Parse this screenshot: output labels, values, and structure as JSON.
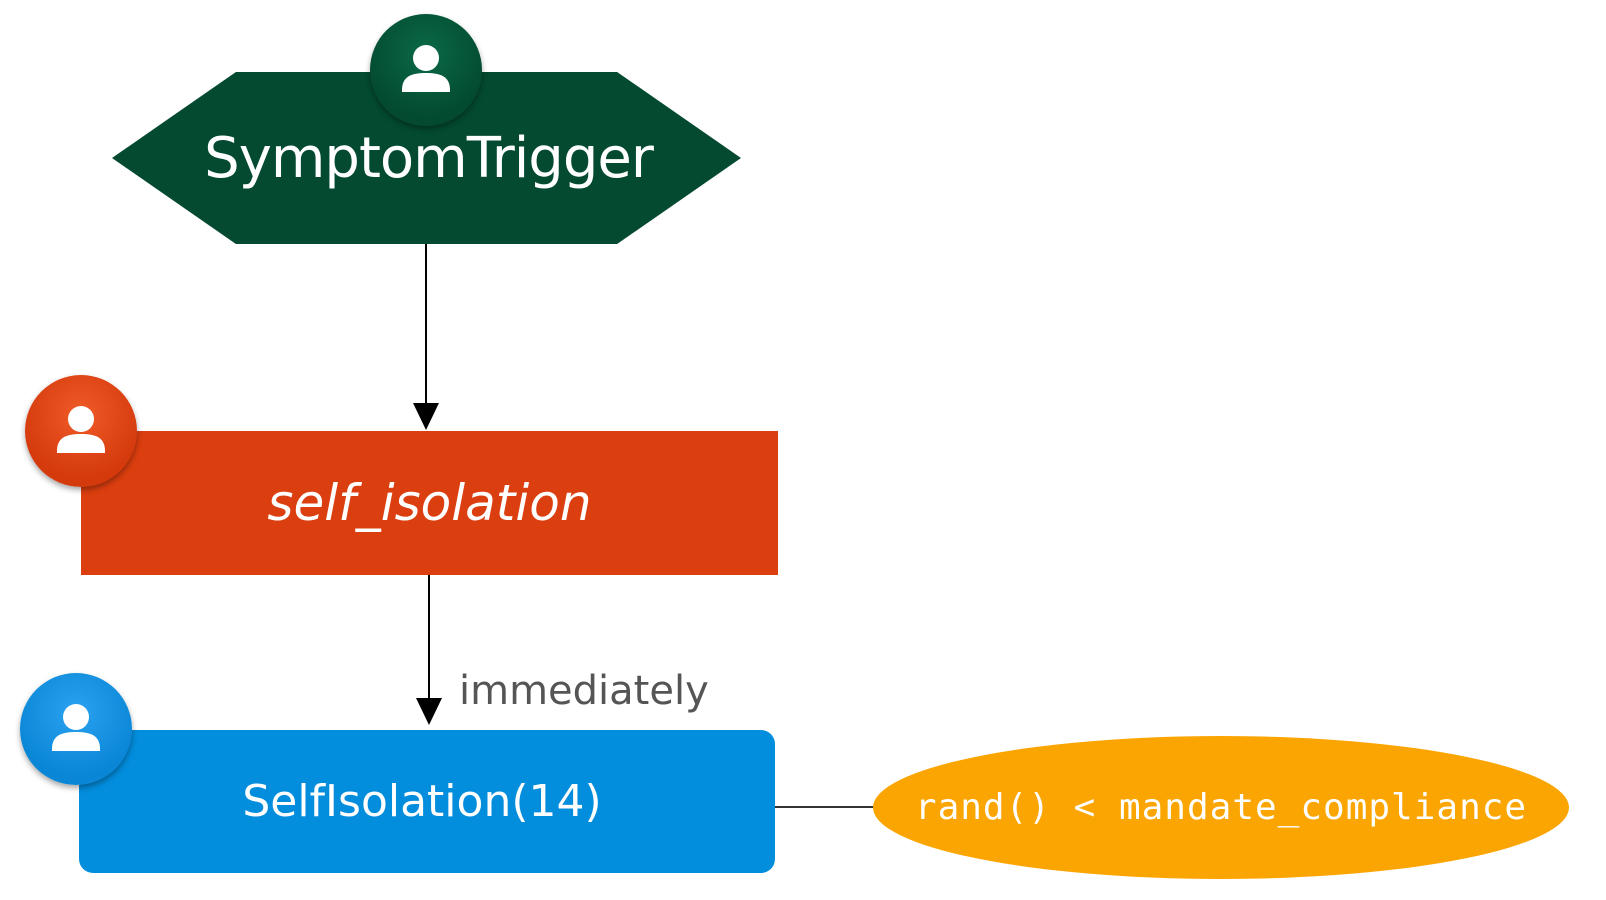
{
  "nodes": {
    "trigger": {
      "label": "SymptomTrigger",
      "shape": "hexagon",
      "color": "#034a30",
      "icon": "person-icon"
    },
    "action": {
      "label": "self_isolation",
      "shape": "rectangle",
      "color": "#db3e0f",
      "icon": "person-icon"
    },
    "state": {
      "label": "SelfIsolation(14)",
      "shape": "rounded-rectangle",
      "color": "#038ddd",
      "icon": "person-icon"
    },
    "condition": {
      "label": "rand() < mandate_compliance",
      "shape": "ellipse",
      "color": "#fba502"
    }
  },
  "edges": [
    {
      "from": "trigger",
      "to": "action",
      "label": "",
      "arrow": true
    },
    {
      "from": "action",
      "to": "state",
      "label": "immediately",
      "arrow": true
    },
    {
      "from": "state",
      "to": "condition",
      "label": "",
      "arrow": false
    }
  ]
}
